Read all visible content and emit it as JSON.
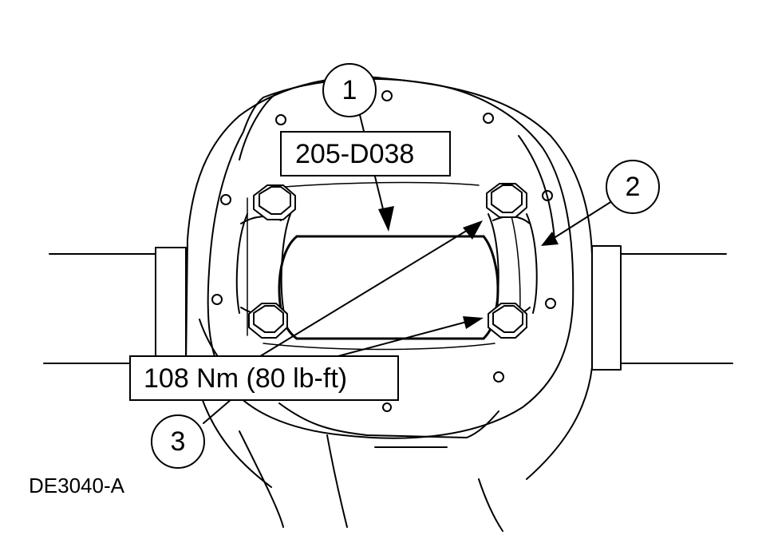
{
  "figure": {
    "id": "DE3040-A",
    "tool_label": "205-D038",
    "torque_label": "108 Nm (80 lb-ft)",
    "callouts": [
      "1",
      "2",
      "3"
    ],
    "colors": {
      "ink": "#000000",
      "background": "#ffffff"
    }
  }
}
